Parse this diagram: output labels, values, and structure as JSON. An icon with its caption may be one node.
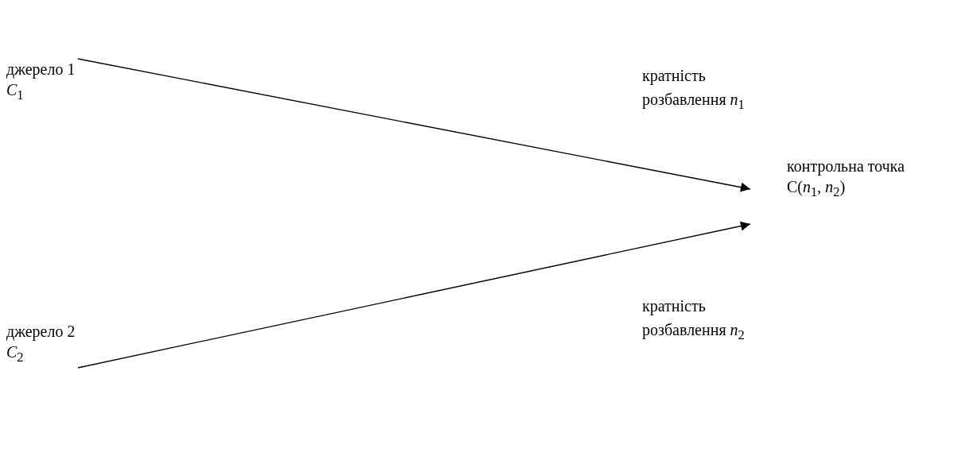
{
  "diagram": {
    "nodes": [
      {
        "text": [
          "джерело 1",
          "*C*$_{1}$"
        ]
      },
      {
        "text": [
          "джерело 2",
          "*C*$_{2}$"
        ]
      },
      {
        "text": [
          "контрольна точка",
          "C(*n*$_{1}$, *n*$_{2}$)"
        ]
      }
    ],
    "edges": [
      {
        "from": 0,
        "to": 2,
        "arrow": "to",
        "label": "кратність розбавлення *n*$_{1}$"
      },
      {
        "from": 1,
        "to": 2,
        "arrow": "to",
        "label": "кратність розбавлення *n*$_{2}$"
      }
    ]
  }
}
